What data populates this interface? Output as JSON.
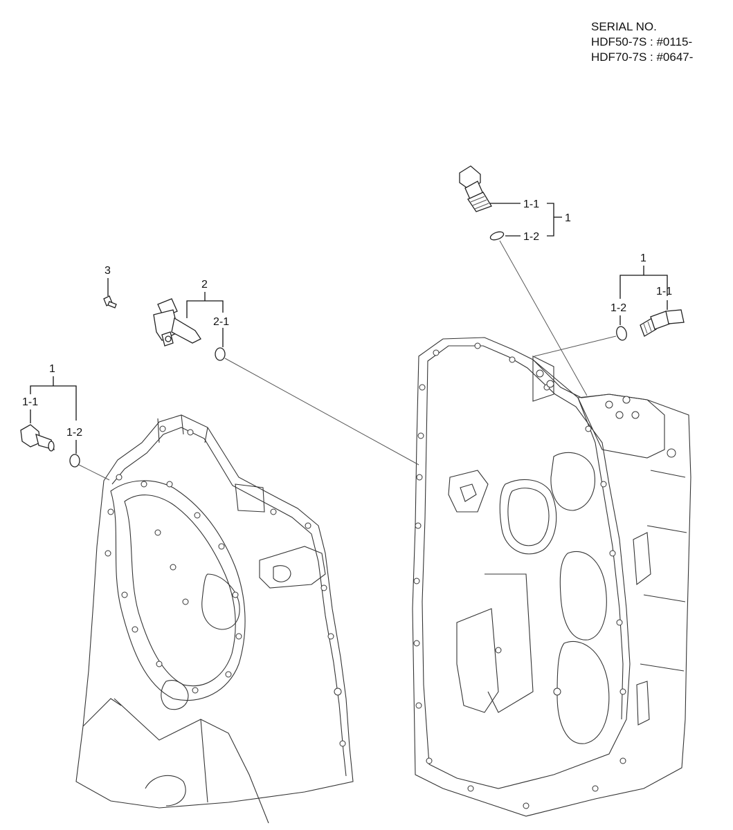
{
  "serial_block": {
    "heading": "SERIAL NO.",
    "lines": [
      "HDF50-7S : #0115-",
      "HDF70-7S : #0647-"
    ]
  },
  "callouts": {
    "top_right_group": {
      "parent": "1",
      "child_a": "1-1",
      "child_b": "1-2"
    },
    "right_group": {
      "parent": "1",
      "child_a": "1-1",
      "child_b": "1-2"
    },
    "left_group": {
      "parent": "1",
      "child_a": "1-1",
      "child_b": "1-2"
    },
    "center_group": {
      "parent": "2",
      "child_a": "2-1"
    },
    "bolt": {
      "label": "3"
    }
  }
}
